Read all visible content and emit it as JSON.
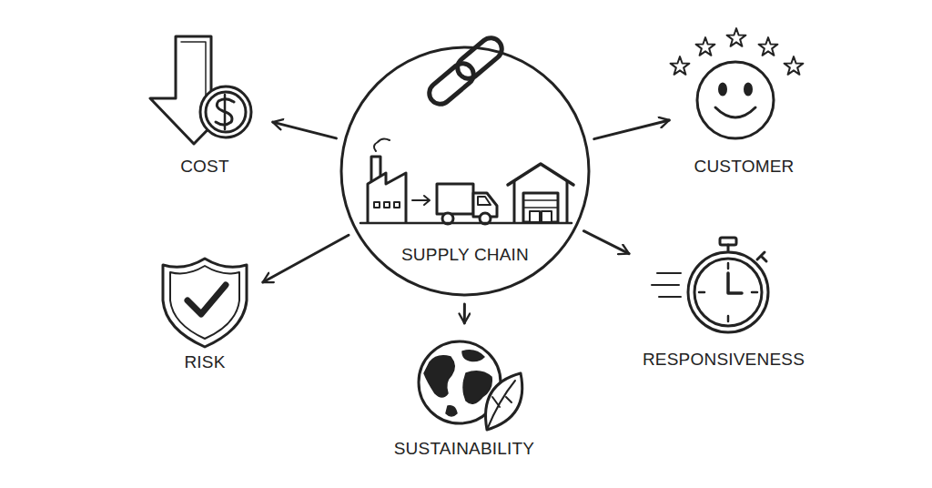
{
  "diagram": {
    "nodes": [
      {
        "text": [
          "COST"
        ]
      },
      {
        "text": [
          "SUPPLY CHAIN"
        ]
      },
      {
        "text": [
          "CUSTOMER"
        ]
      },
      {
        "text": [
          "RISK"
        ]
      },
      {
        "text": [
          "RESPONSIVENESS"
        ]
      },
      {
        "text": [
          "SUSTAINABILITY"
        ]
      }
    ],
    "edges": [
      {
        "from": 1,
        "to": 0,
        "arrow": "to"
      },
      {
        "from": 1,
        "to": 2,
        "arrow": "to"
      },
      {
        "from": 1,
        "to": 3,
        "arrow": "to"
      },
      {
        "from": 1,
        "to": 4,
        "arrow": "to"
      },
      {
        "from": 1,
        "to": 5,
        "arrow": "to"
      }
    ]
  }
}
